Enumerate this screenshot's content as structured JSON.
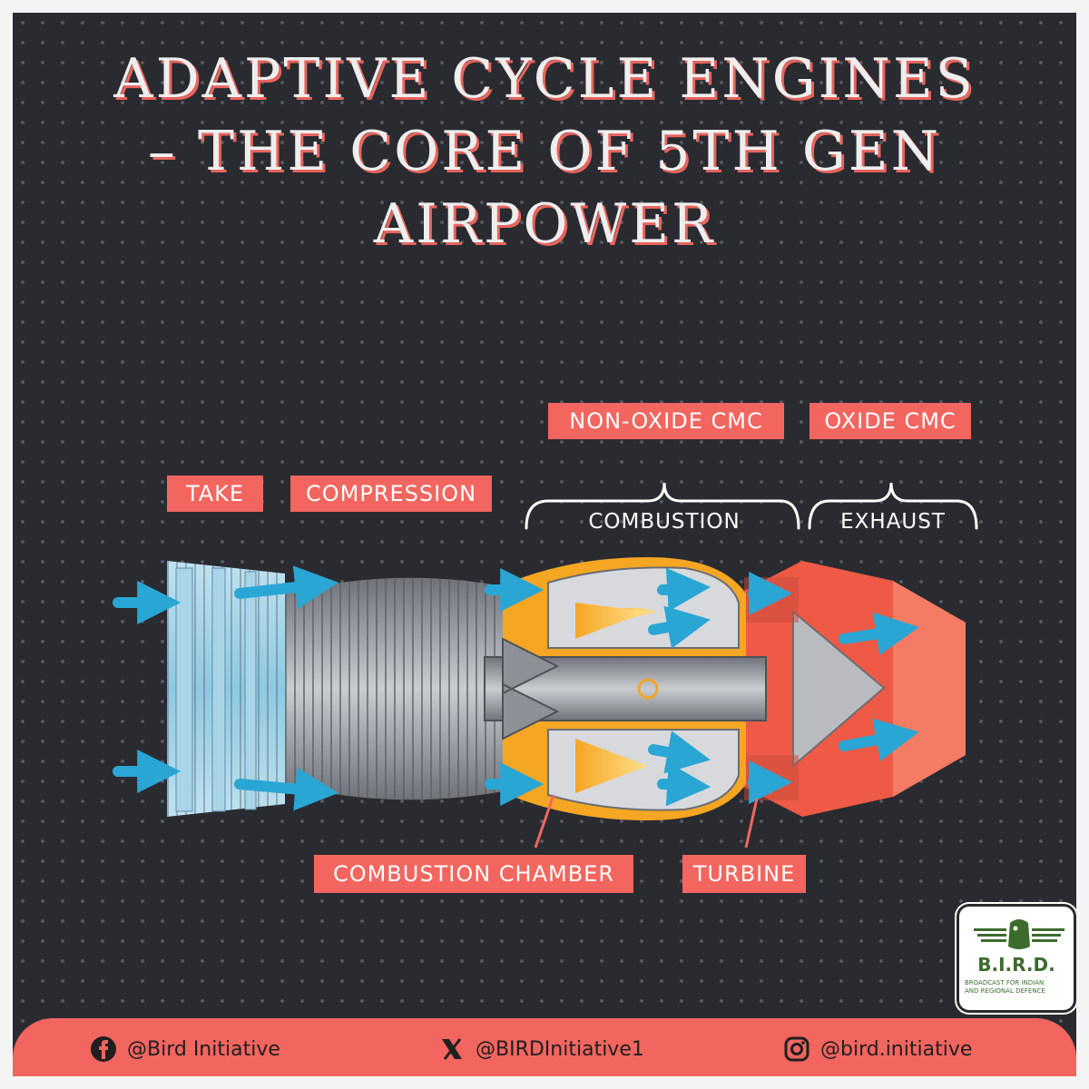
{
  "title": {
    "line1": "Adaptive Cycle Engines",
    "line2": "– The Core of 5th Gen",
    "line3": "Airpower"
  },
  "materials": {
    "non_oxide": "NON-OXIDE CMC",
    "oxide": "OXIDE CMC"
  },
  "stages": {
    "intake": "TAKE",
    "compression": "COMPRESSION",
    "combustion": "COMBUSTION",
    "exhaust": "EXHAUST"
  },
  "parts": {
    "combustion_chamber": "COMBUSTION CHAMBER",
    "turbine": "TURBINE"
  },
  "logo": {
    "wordmark": "B.I.R.D.",
    "tagline_1": "BROADCAST FOR INDIAN",
    "tagline_2": "AND REGIONAL DEFENCE"
  },
  "footer": {
    "facebook": "@Bird Initiative",
    "x": "@BIRDInitiative1",
    "instagram": "@bird.initiative"
  },
  "colors": {
    "background": "#2a2b31",
    "accent": "#f2665f",
    "intake_blue": "#7fc3e0",
    "arrow_blue": "#2aa6d4",
    "combustor_orange": "#f5a623",
    "exhaust_red": "#ee5a45"
  }
}
